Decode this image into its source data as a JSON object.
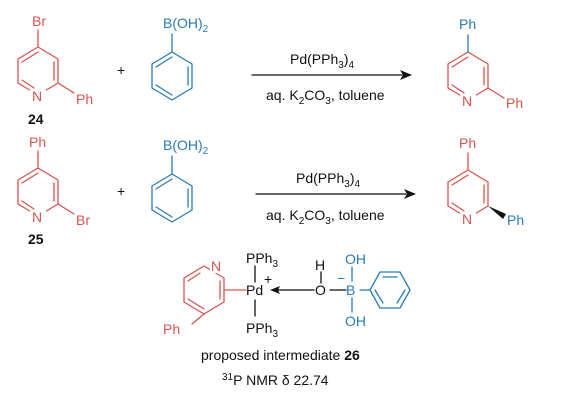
{
  "row1": {
    "reactant_substituent_top": "Br",
    "reactant_substituent_right": "Ph",
    "ring_nitrogen": "N",
    "compound_number": "24",
    "plus": "+",
    "boronic_acid": "B(OH)2",
    "reagent_above": "Pd(PPh3)4",
    "reagent_below": "aq. K2CO3, toluene",
    "product_substituent_top": "Ph",
    "product_substituent_right": "Ph"
  },
  "row2": {
    "reactant_substituent_top": "Ph",
    "reactant_substituent_right": "Br",
    "ring_nitrogen": "N",
    "compound_number": "25",
    "plus": "+",
    "boronic_acid": "B(OH)2",
    "reagent_above": "Pd(PPh3)4",
    "reagent_below": "aq. K2CO3, toluene",
    "product_substituent_top": "Ph",
    "product_substituent_right": "Ph"
  },
  "intermediate": {
    "ring_nitrogen": "N",
    "pyridine_substituent": "Ph",
    "ligand_top": "PPh3",
    "ligand_bottom": "PPh3",
    "metal": "Pd",
    "charge_plus": "+",
    "charge_minus": "−",
    "hydrogen": "H",
    "oxygen": "O",
    "boron": "B",
    "hydroxyl_top": "OH",
    "hydroxyl_bottom": "OH",
    "caption_prefix": "proposed intermediate ",
    "caption_number": "26",
    "nmr_mass": "31",
    "nmr_text": "P NMR δ 22.74"
  }
}
